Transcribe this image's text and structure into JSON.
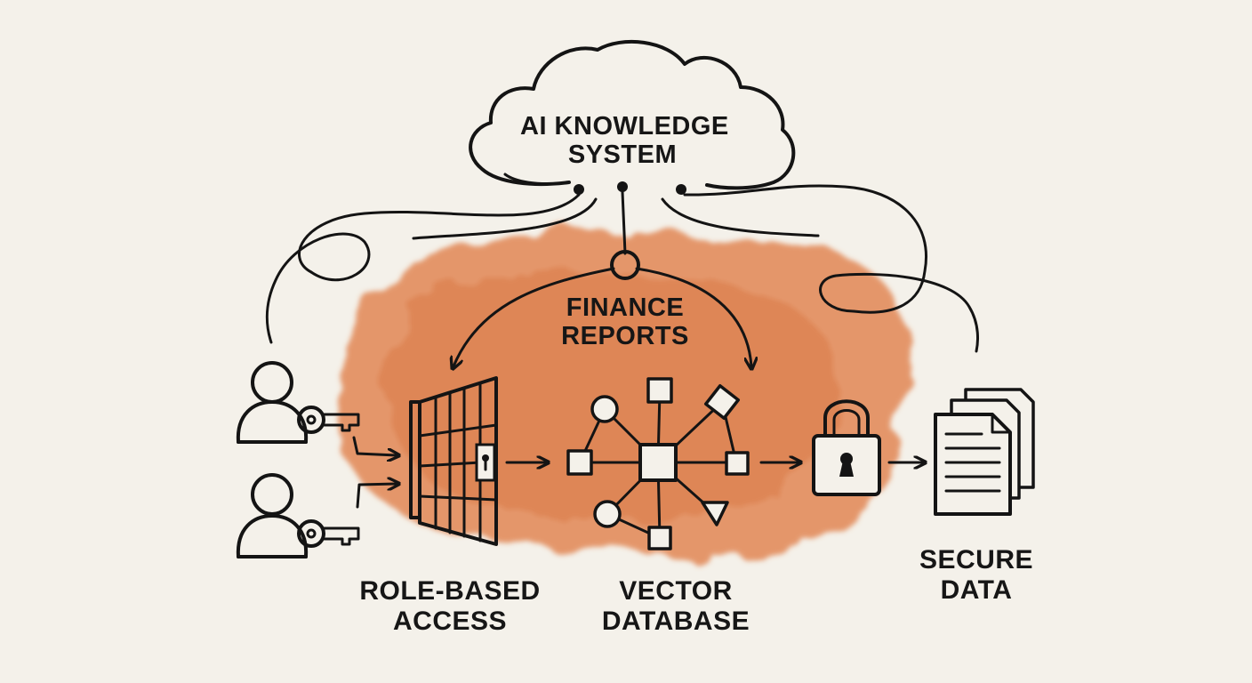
{
  "diagram": {
    "cloud_label": [
      "AI KNOWLEDGE",
      "SYSTEM"
    ],
    "hub_label": [
      "FINANCE",
      "REPORTS"
    ],
    "access_label": [
      "ROLE-BASED",
      "ACCESS"
    ],
    "vector_label": [
      "VECTOR",
      "DATABASE"
    ],
    "secure_label": [
      "SECURE",
      "DATA"
    ],
    "colors": {
      "paper": "#f4f1ea",
      "ink": "#141414",
      "watercolor": "#e0834f"
    },
    "icons": [
      "cloud-icon",
      "user-icon",
      "key-icon",
      "gate-icon",
      "network-icon",
      "padlock-icon",
      "documents-icon"
    ]
  }
}
